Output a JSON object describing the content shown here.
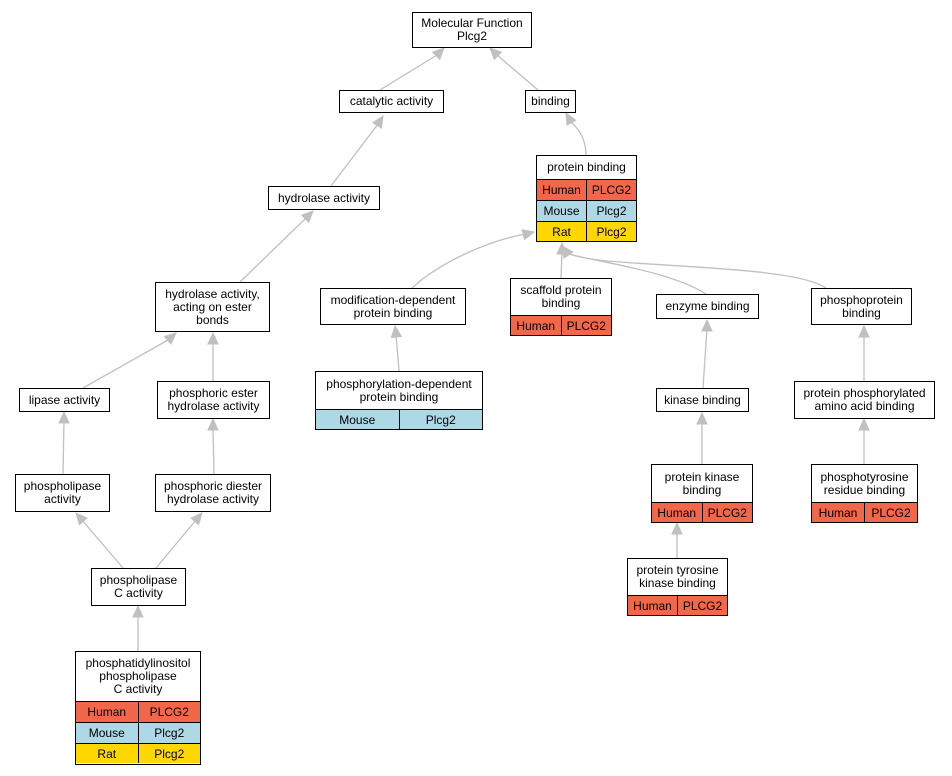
{
  "nodes": {
    "molecular_function": "Molecular Function\nPlcg2",
    "catalytic_activity": "catalytic activity",
    "binding": "binding",
    "hydrolase_activity": "hydrolase activity",
    "protein_binding": "protein binding",
    "hydrolase_ester": "hydrolase activity,\nacting on ester\nbonds",
    "modification_dependent": "modification-dependent\nprotein binding",
    "scaffold_protein": "scaffold protein\nbinding",
    "enzyme_binding": "enzyme binding",
    "phosphoprotein_binding": "phosphoprotein\nbinding",
    "lipase_activity": "lipase activity",
    "phosphoric_ester": "phosphoric ester\nhydrolase activity",
    "phosphorylation_dependent": "phosphorylation-dependent\nprotein binding",
    "kinase_binding": "kinase binding",
    "protein_phosphorylated": "protein phosphorylated\namino acid binding",
    "phospholipase_activity": "phospholipase\nactivity",
    "phosphoric_diester": "phosphoric diester\nhydrolase activity",
    "protein_kinase_binding": "protein kinase\nbinding",
    "phosphotyrosine_binding": "phosphotyrosine\nresidue binding",
    "phospholipase_c": "phospholipase\nC activity",
    "protein_tyrosine_kinase": "protein tyrosine\nkinase binding",
    "pi_plc": "phosphatidylinositol\nphospholipase\nC activity"
  },
  "species": {
    "human": "Human",
    "mouse": "Mouse",
    "rat": "Rat"
  },
  "genes": {
    "upper": "PLCG2",
    "lower": "Plcg2"
  },
  "colors": {
    "human": "#f26649",
    "mouse": "#add8e6",
    "rat": "#ffd700",
    "edge": "#c0c0c0"
  }
}
